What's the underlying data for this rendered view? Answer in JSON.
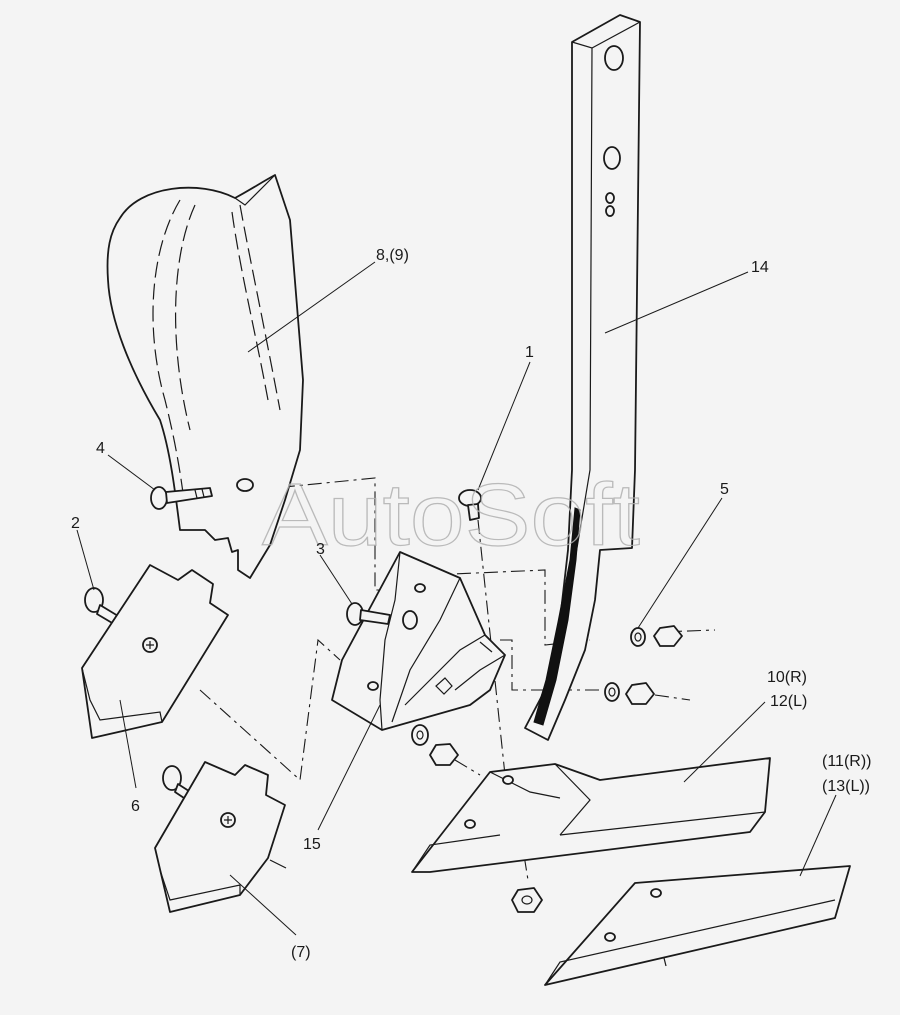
{
  "watermark": "AutoSoft",
  "callouts": {
    "c1": "1",
    "c2": "2",
    "c3": "3",
    "c4": "4",
    "c5": "5",
    "c6": "6",
    "c7": "(7)",
    "c8": "8,(9)",
    "c10a": "10(R)",
    "c10b": "12(L)",
    "c11a": "(11(R))",
    "c11b": "(13(L))",
    "c14": "14",
    "c15": "15"
  }
}
